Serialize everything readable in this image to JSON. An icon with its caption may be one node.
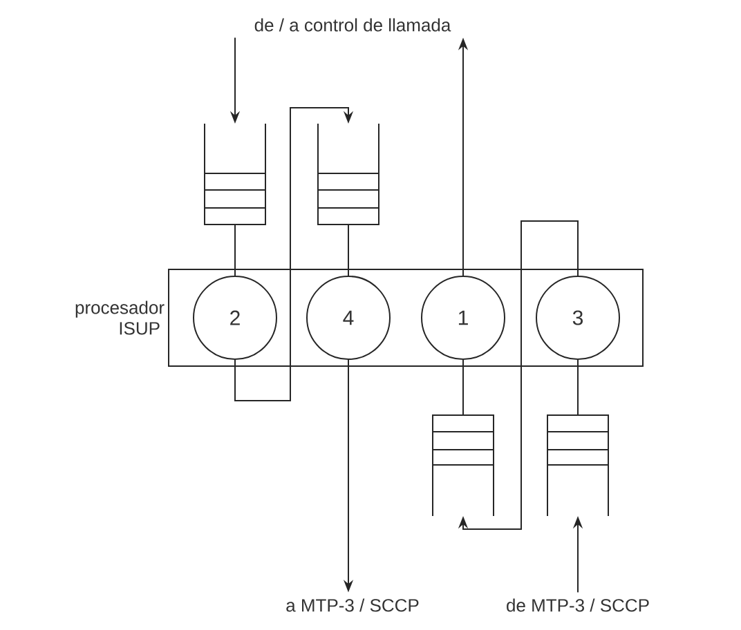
{
  "diagram": {
    "nodes": [
      {
        "text": [
          "de / a control de llamada"
        ]
      },
      {
        "text": [],
        "shape": "queue"
      },
      {
        "text": [],
        "shape": "queue"
      },
      {
        "text": [
          "procesador ISUP"
        ]
      },
      {
        "text": [
          "2"
        ],
        "in": 3
      },
      {
        "text": [
          "4"
        ],
        "in": 3
      },
      {
        "text": [
          "1"
        ],
        "in": 3
      },
      {
        "text": [
          "3"
        ],
        "in": 3
      },
      {
        "text": [],
        "shape": "queue"
      },
      {
        "text": [],
        "shape": "queue"
      },
      {
        "text": [
          "a MTP-3 / SCCP"
        ]
      },
      {
        "text": [
          "de MTP-3 / SCCP"
        ]
      }
    ],
    "edges": [
      {
        "from": 0,
        "to": 1,
        "arrow": "to"
      },
      {
        "from": 1,
        "to": 4,
        "arrow": "none"
      },
      {
        "from": 4,
        "to": 2,
        "arrow": "to"
      },
      {
        "from": 2,
        "to": 5,
        "arrow": "none"
      },
      {
        "from": 5,
        "to": 10,
        "arrow": "to"
      },
      {
        "from": 6,
        "to": 0,
        "arrow": "to"
      },
      {
        "from": 6,
        "to": 8,
        "arrow": "none"
      },
      {
        "from": 7,
        "to": 8,
        "arrow": "to"
      },
      {
        "from": 11,
        "to": 9,
        "arrow": "to"
      },
      {
        "from": 9,
        "to": 7,
        "arrow": "none"
      }
    ]
  }
}
